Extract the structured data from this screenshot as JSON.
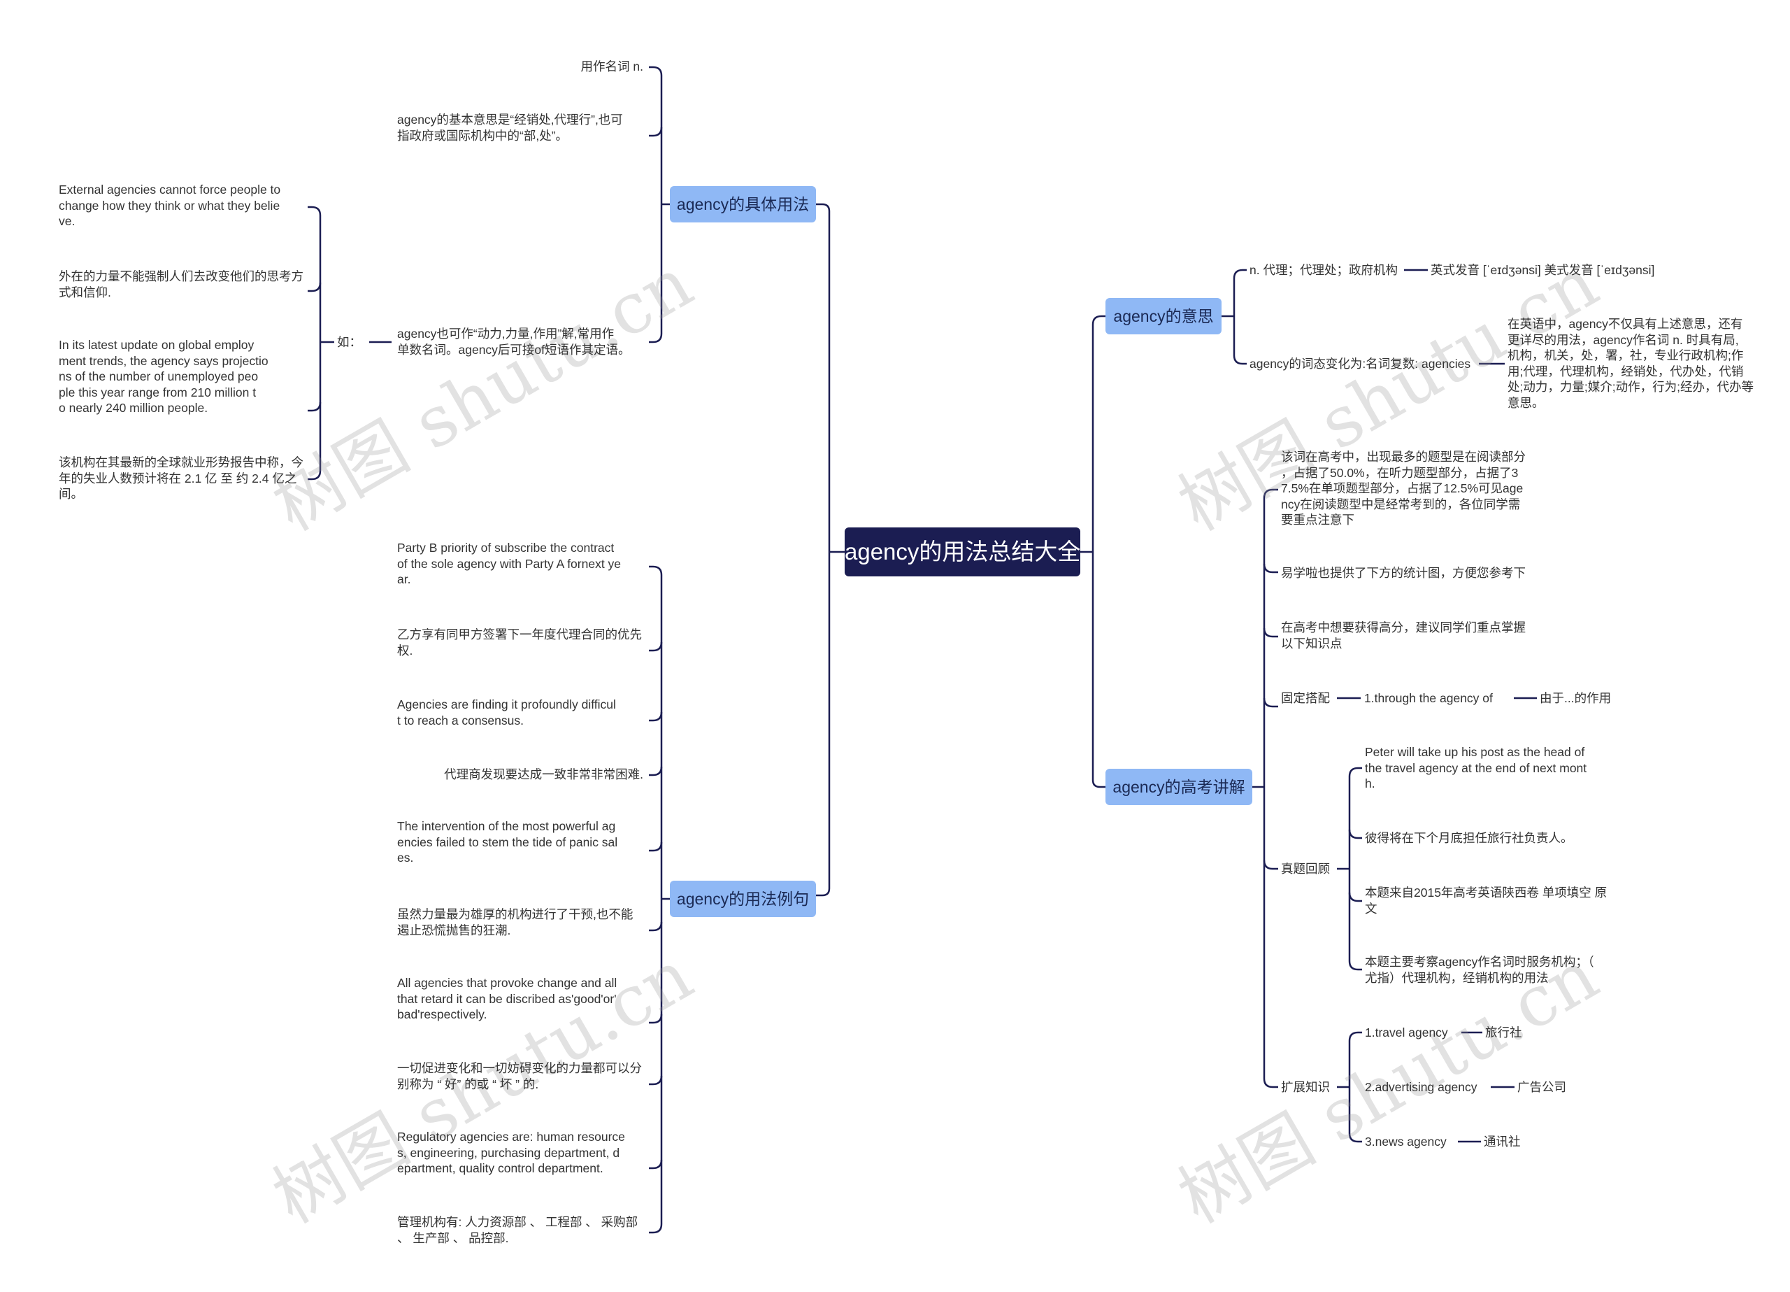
{
  "root": "agency的用法总结大全",
  "watermark": "树图 shutu.cn",
  "branches": {
    "usage": "agency的具体用法",
    "examples": "agency的用法例句",
    "meaning": "agency的意思",
    "exam": "agency的高考讲解"
  },
  "usage": {
    "noun": "用作名词 n.",
    "basic": [
      "agency的基本意思是“经销处,代理行”,也可",
      "指政府或国际机构中的“部,处”。"
    ],
    "power": [
      "agency也可作“动力,力量,作用”解,常用作",
      "单数名词。agency后可接of短语作其定语。"
    ],
    "ru": "如：",
    "ex1": [
      "External agencies cannot force people to",
      "change how they think or what they belie",
      "ve."
    ],
    "ex1_cn": [
      "外在的力量不能强制人们去改变他们的思考方",
      "式和信仰."
    ],
    "ex2": [
      "In its latest update on global employ",
      "ment trends, the agency says projectio",
      "ns of the number of unemployed peo",
      "ple this year range from 210 million t",
      "o nearly 240 million people."
    ],
    "ex2_cn": [
      "该机构在其最新的全球就业形势报告中称，今",
      "年的失业人数预计将在 2.1 亿 至 约 2.4 亿之",
      "间。"
    ]
  },
  "examples": [
    [
      "Party B priority of subscribe the contract",
      "of the sole agency with Party A fornext ye",
      "ar."
    ],
    [
      "乙方享有同甲方签署下一年度代理合同的优先",
      "权."
    ],
    [
      "Agencies are finding it profoundly difficul",
      "t to reach a consensus."
    ],
    [
      "代理商发现要达成一致非常非常困难."
    ],
    [
      "The intervention of the most powerful ag",
      "encies failed to stem the tide of panic sal",
      "es."
    ],
    [
      "虽然力量最为雄厚的机构进行了干预,也不能",
      "遏止恐慌抛售的狂潮."
    ],
    [
      "All agencies that provoke change and all",
      "that retard it can be discribed as'good'or'",
      "bad'respectively."
    ],
    [
      "一切促进变化和一切妨碍变化的力量都可以分",
      "别称为 “ 好” 的或 “ 坏 ” 的."
    ],
    [
      "Regulatory agencies are: human resource",
      "s, engineering, purchasing department, d",
      "epartment, quality control department."
    ],
    [
      "管理机构有: 人力资源部 、 工程部 、 采购部",
      "、 生产部 、 品控部."
    ]
  ],
  "meaning": {
    "n": "n. 代理；代理处；政府机构",
    "pron": "英式发音 [ˈeɪdʒənsi] 美式发音 [ˈeɪdʒənsi]",
    "forms": "agency的词态变化为:名词复数: agencies",
    "detail": [
      "在英语中，agency不仅具有上述意思，还有",
      "更详尽的用法，agency作名词 n. 时具有局,",
      "机构，机关，处，署，社，专业行政机构;作",
      "用;代理，代理机构，经销处，代办处，代销",
      "处;动力，力量;媒介;动作，行为;经办，代办等",
      "意思。"
    ]
  },
  "exam": {
    "stat": [
      "该词在高考中，出现最多的题型是在阅读部分",
      "，占据了50.0%，在听力题型部分，占据了3",
      "7.5%在单项题型部分，占据了12.5%可见age",
      "ncy在阅读题型中是经常考到的，各位同学需",
      "要重点注意下"
    ],
    "chart": "易学啦也提供了下方的统计图，方便您参考下",
    "tip": [
      "在高考中想要获得高分，建议同学们重点掌握",
      "以下知识点"
    ],
    "fixed": "固定搭配",
    "fixed_item": "1.through the agency of",
    "fixed_cn": "由于...的作用",
    "review": "真题回顾",
    "review_items": [
      [
        "Peter will take up his post as the head of",
        "the travel agency at the end of next mont",
        "h."
      ],
      [
        "彼得将在下个月底担任旅行社负责人。"
      ],
      [
        "本题来自2015年高考英语陕西卷 单项填空 原",
        "文"
      ],
      [
        "本题主要考察agency作名词时服务机构；（",
        "尤指）代理机构，经销机构的用法"
      ]
    ],
    "expand": "扩展知识",
    "expand_items": [
      {
        "en": "1.travel agency",
        "cn": "旅行社"
      },
      {
        "en": "2.advertising agency",
        "cn": "广告公司"
      },
      {
        "en": "3.news agency",
        "cn": "通讯社"
      }
    ]
  }
}
